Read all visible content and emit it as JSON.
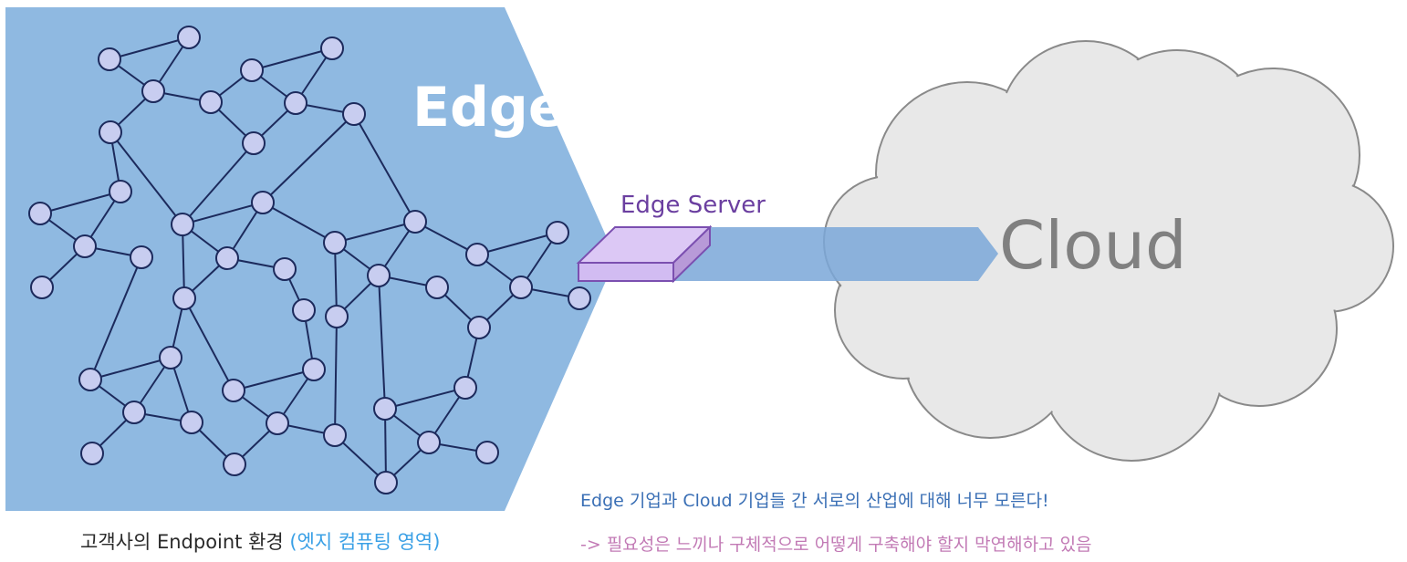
{
  "diagram": {
    "edge_label": "Edge",
    "server_label": "Edge Server",
    "cloud_label": "Cloud",
    "caption_main": "고객사의 Endpoint 환경 ",
    "caption_highlight": "(엣지 컴퓨팅 영역)",
    "note_1": "Edge 기업과 Cloud 기업들 간 서로의 산업에 대해 너무 모른다!",
    "note_2": "-> 필요성은 느끼나 구체적으로 어떻게 구축해야 할지 막연해하고 있음"
  },
  "colors": {
    "edge_region": "#8fb9e1",
    "node_fill": "#c8cdf0",
    "node_stroke": "#1c2a5c",
    "server_fill": "#dcc8f5",
    "server_stroke": "#7b4fb0",
    "cloud_fill": "#e8e8e8",
    "cloud_stroke": "#8a8a8a",
    "arrow": "#7aa7d8"
  }
}
